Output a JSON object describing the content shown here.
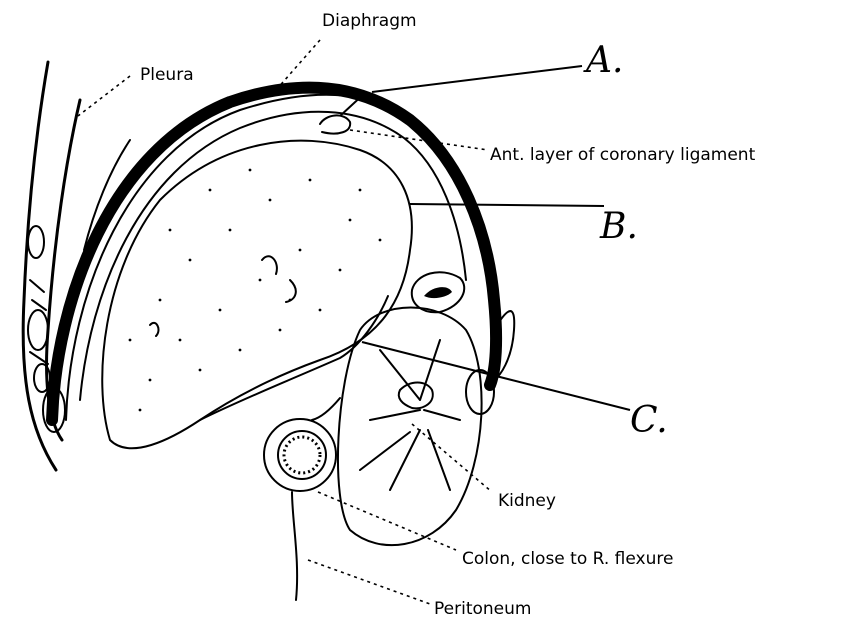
{
  "labels": {
    "diaphragm": "Diaphragm",
    "pleura": "Pleura",
    "ant_layer": "Ant. layer of coronary ligament",
    "kidney": "Kidney",
    "colon": "Colon, close to R. flexure",
    "peritoneum": "Peritoneum"
  },
  "markers": {
    "a": "A.",
    "b": "B.",
    "c": "C."
  }
}
